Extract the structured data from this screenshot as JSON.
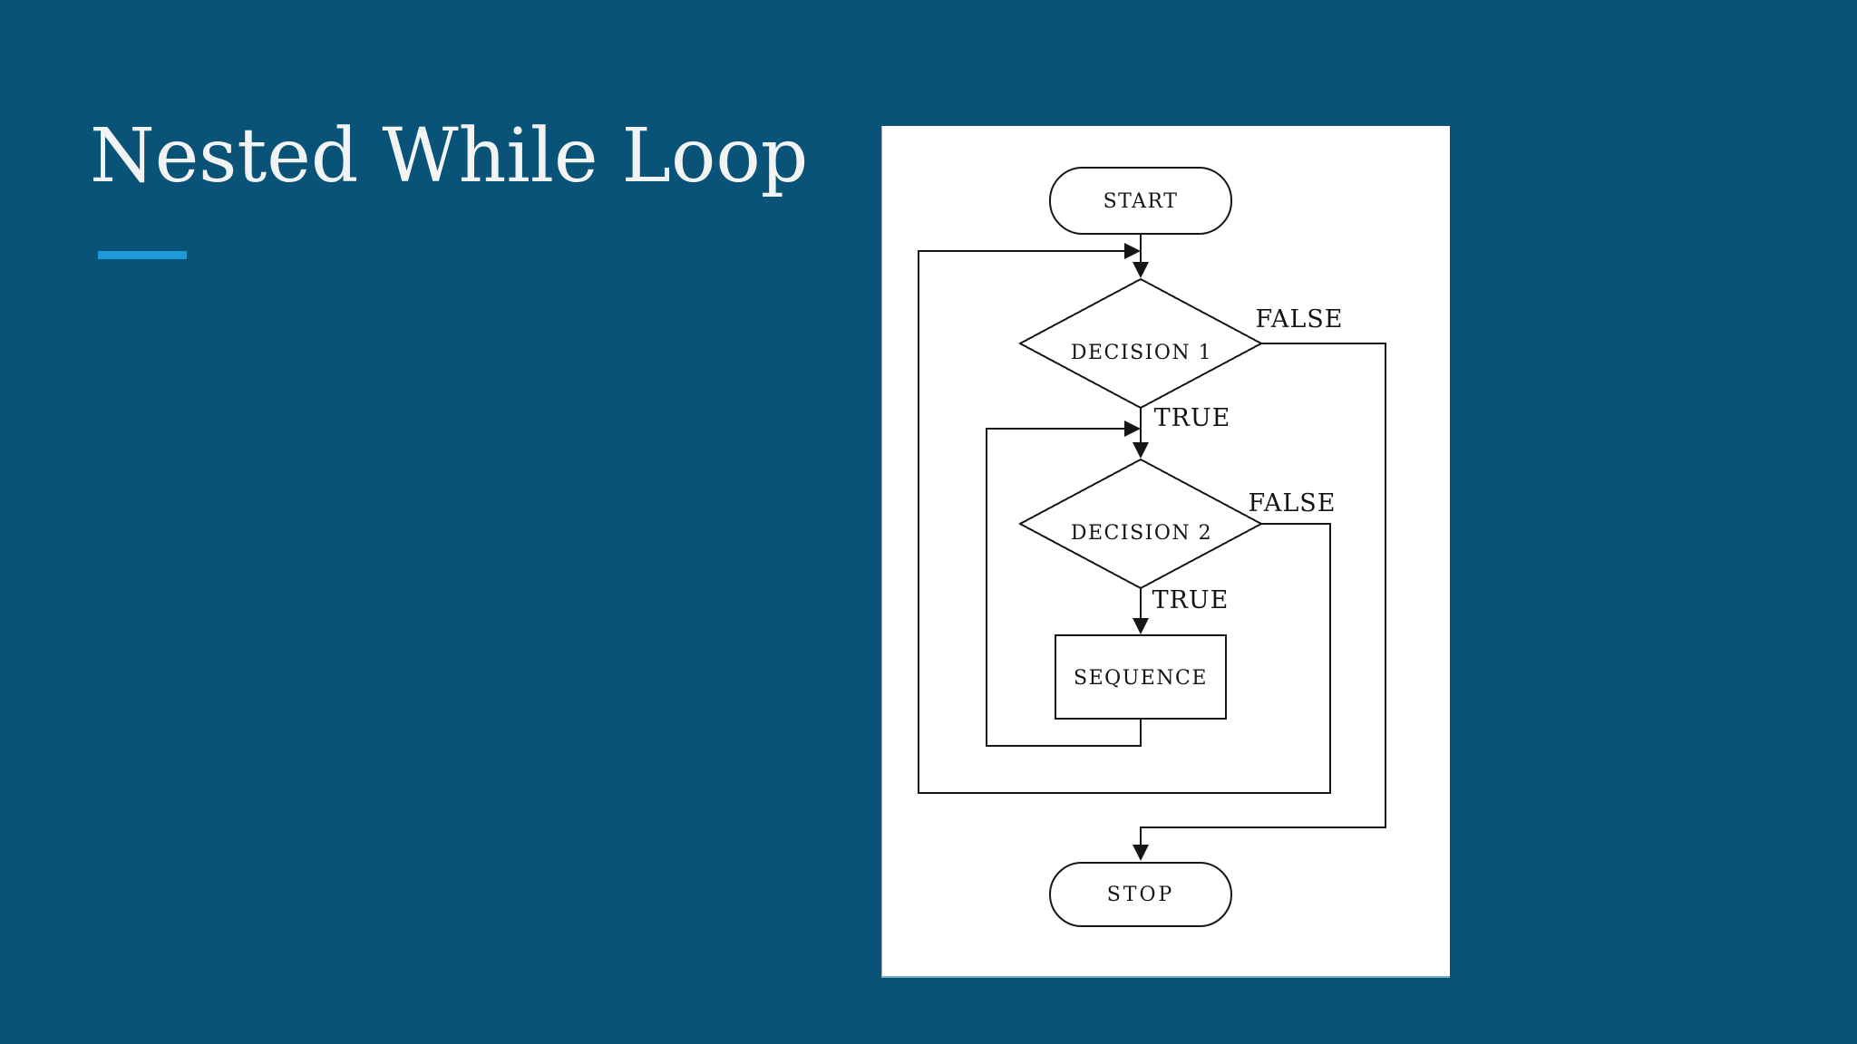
{
  "slide": {
    "title": "Nested While Loop",
    "background_color": "#0a5378",
    "title_color": "#f2f3f3",
    "accent_bar_color": "#1d9bd8"
  },
  "flowchart": {
    "panel_background": "#ffffff",
    "line_color": "#161616",
    "nodes": {
      "start": {
        "type": "terminator",
        "label": "START"
      },
      "decision1": {
        "type": "decision",
        "label": "DECISION 1"
      },
      "decision2": {
        "type": "decision",
        "label": "DECISION 2"
      },
      "sequence": {
        "type": "process",
        "label": "SEQUENCE"
      },
      "stop": {
        "type": "terminator",
        "label": "STOP"
      }
    },
    "branches": {
      "decision1_false": "FALSE",
      "decision1_true": "TRUE",
      "decision2_false": "FALSE",
      "decision2_true": "TRUE"
    }
  }
}
